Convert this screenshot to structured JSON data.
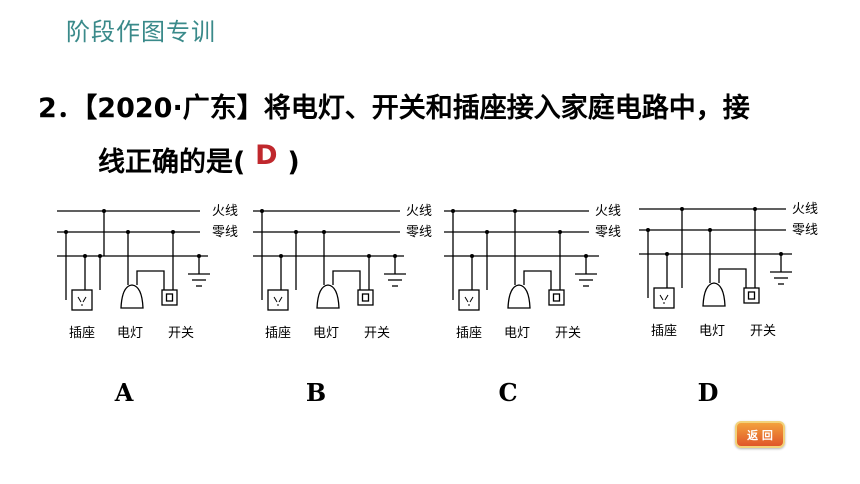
{
  "header": {
    "title": "阶段作图专训"
  },
  "question": {
    "number": "2．",
    "source": "【2020·广东】",
    "text_line1": "将电灯、开关和插座接入家庭电路中，接",
    "text_line2_prefix": "线正确的是(",
    "answer": "D",
    "text_line2_suffix": ")"
  },
  "diagram_labels": {
    "live_wire": "火线",
    "neutral_wire": "零线",
    "socket": "插座",
    "lamp": "电灯",
    "switch": "开关"
  },
  "options": [
    "A",
    "B",
    "C",
    "D"
  ],
  "return_button": {
    "label": "返 回"
  }
}
